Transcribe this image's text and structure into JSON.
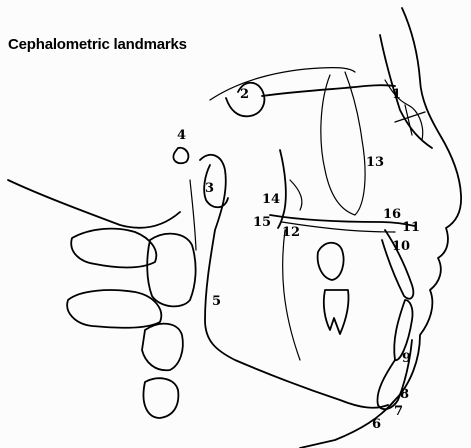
{
  "figure": {
    "title": "Cephalometric landmarks",
    "landmarks": [
      {
        "id": "1",
        "label": "1"
      },
      {
        "id": "2",
        "label": "2"
      },
      {
        "id": "3",
        "label": "3"
      },
      {
        "id": "4",
        "label": "4"
      },
      {
        "id": "5",
        "label": "5"
      },
      {
        "id": "6",
        "label": "6"
      },
      {
        "id": "7",
        "label": "7"
      },
      {
        "id": "8",
        "label": "8"
      },
      {
        "id": "9",
        "label": "9"
      },
      {
        "id": "10",
        "label": "10"
      },
      {
        "id": "11",
        "label": "11"
      },
      {
        "id": "12",
        "label": "12"
      },
      {
        "id": "13",
        "label": "13"
      },
      {
        "id": "14",
        "label": "14"
      },
      {
        "id": "15",
        "label": "15"
      },
      {
        "id": "16",
        "label": "16"
      }
    ]
  }
}
